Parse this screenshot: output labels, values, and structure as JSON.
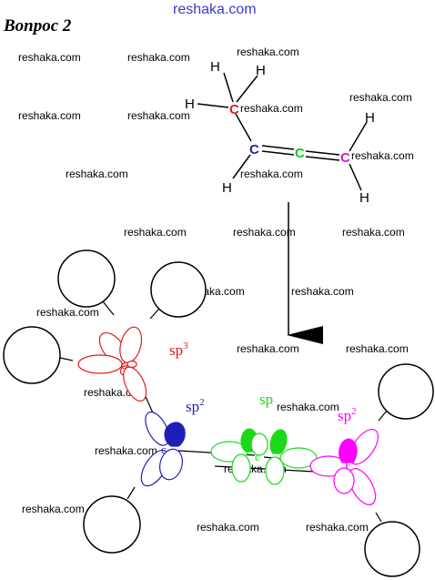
{
  "header": {
    "site": "reshaka.com",
    "question": "Вопрос 2"
  },
  "watermark": "reshaka.com",
  "molecule": {
    "hydrogen": "H",
    "carbon": "C",
    "colors": {
      "ch3_carbon": "#e01b1b",
      "ch_carbon": "#1f1fb8",
      "central_carbon": "#19c419",
      "ch2_carbon": "#d617c8"
    }
  },
  "orbitals": {
    "carbon": "c",
    "labels": {
      "red": {
        "base": "sp",
        "exp": "3"
      },
      "blue": {
        "base": "sp",
        "exp": "2"
      },
      "green": {
        "base": "sp",
        "exp": ""
      },
      "magenta": {
        "base": "sp",
        "exp": "2"
      }
    },
    "colors": {
      "red": "#e01b1b",
      "blue": "#1f1fb8",
      "green": "#19d919",
      "magenta": "#ff00ff"
    }
  }
}
